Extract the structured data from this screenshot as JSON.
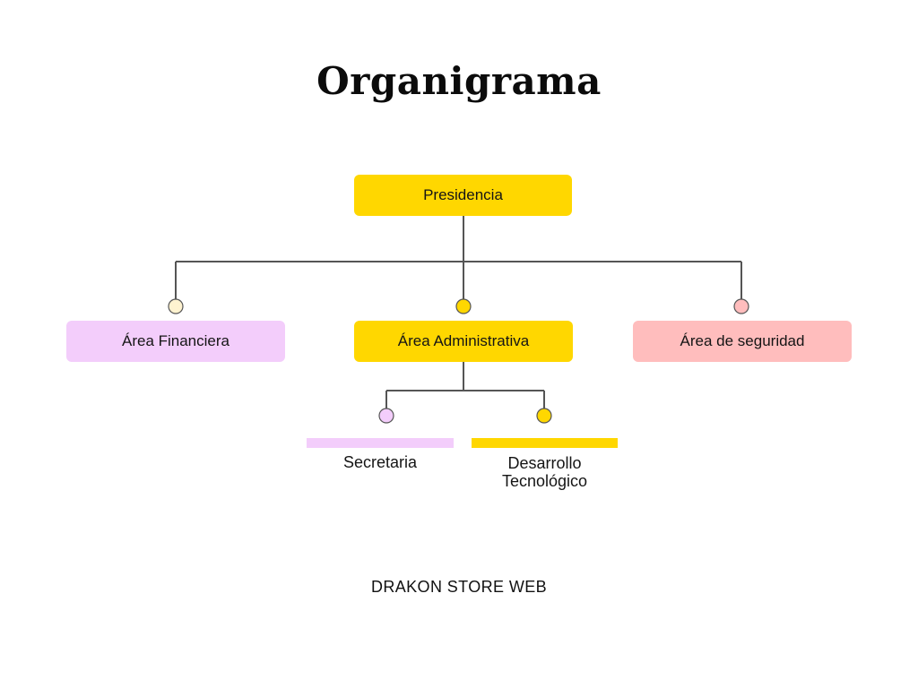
{
  "title": "Organigrama",
  "footer": "DRAKON STORE WEB",
  "colors": {
    "yellow": "#FFD700",
    "lilac": "#F3CDFB",
    "pink": "#FFBDBD",
    "cream": "#FFF3D0",
    "line": "#555555"
  },
  "nodes": {
    "presidencia": "Presidencia",
    "financiera": "Área Financiera",
    "administrativa": "Área Administrativa",
    "seguridad": "Área de seguridad",
    "secretaria": "Secretaria",
    "desarrollo": [
      "Desarrollo",
      "Tecnológico"
    ]
  }
}
